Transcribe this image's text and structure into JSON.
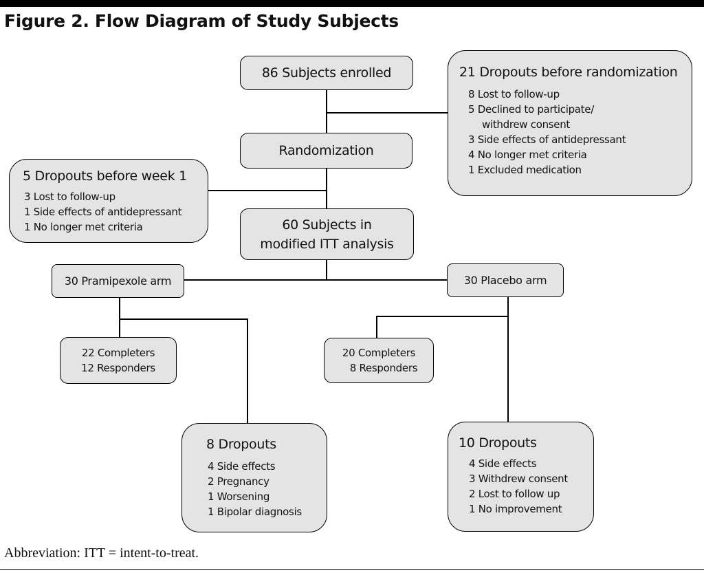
{
  "title": "Figure 2. Flow Diagram of Study Subjects",
  "enrolled": "86 Subjects enrolled",
  "randomization": "Randomization",
  "dropouts_before_randomization": {
    "heading": "21 Dropouts before randomization",
    "items": [
      "8 Lost to follow-up",
      "5 Declined to participate/",
      "withdrew consent",
      "3 Side effects of antidepressant",
      "4 No longer met criteria",
      "1 Excluded medication"
    ]
  },
  "dropouts_before_week1": {
    "heading": "5 Dropouts before week 1",
    "items": [
      "3 Lost to follow-up",
      "1 Side effects of antidepressant",
      "1 No longer met criteria"
    ]
  },
  "itt": {
    "line1": "60 Subjects in",
    "line2": "modified ITT analysis"
  },
  "pramipexole": {
    "arm": "30 Pramipexole arm",
    "completers": "22 Completers",
    "responders": "12 Responders",
    "dropouts_heading": "8 Dropouts",
    "dropouts_items": [
      "4 Side effects",
      "2 Pregnancy",
      "1 Worsening",
      "1 Bipolar diagnosis"
    ]
  },
  "placebo": {
    "arm": "30 Placebo arm",
    "completers": "20 Completers",
    "responders": "8 Responders",
    "dropouts_heading": "10 Dropouts",
    "dropouts_items": [
      "4 Side effects",
      "3 Withdrew consent",
      "2 Lost to follow up",
      "1 No improvement"
    ]
  },
  "footnote": "Abbreviation: ITT = intent-to-treat."
}
